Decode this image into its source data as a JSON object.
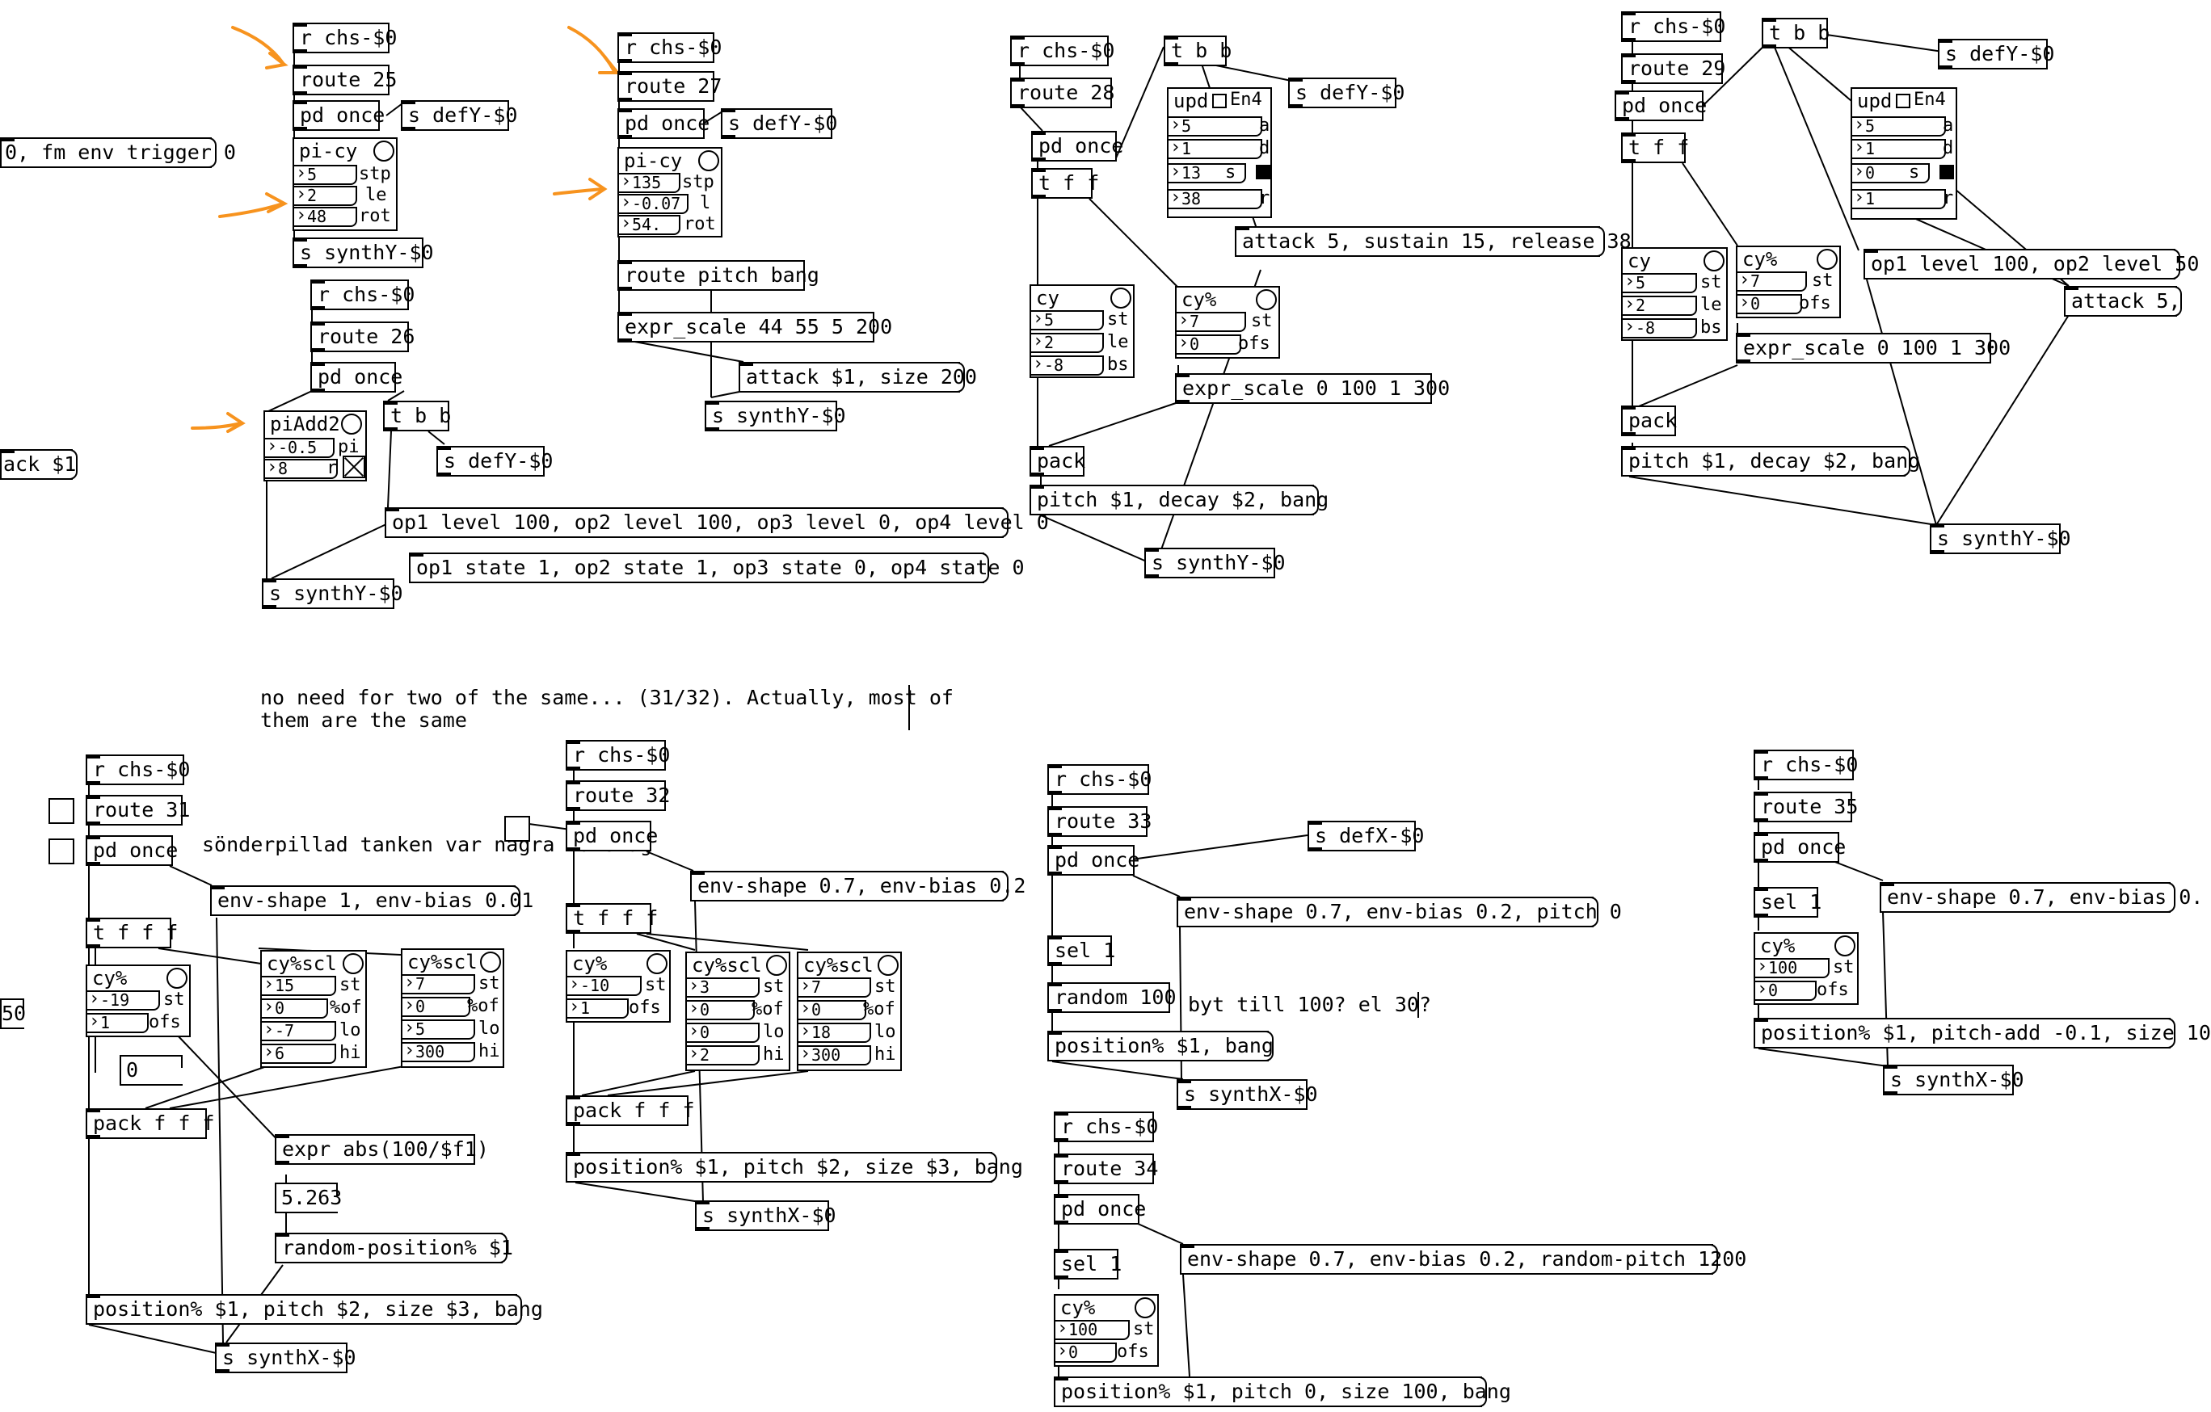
{
  "colors": {
    "wire": "#000000",
    "annotation_arrow": "#f7931e",
    "background": "#ffffff"
  },
  "objects": {
    "r_chs_1": "r chs-$0",
    "route_25": "route 25",
    "pd_once_1": "pd once",
    "s_defy_1": "s defY-$0",
    "s_synthy_1": "s synthY-$0",
    "fm_env_msg": "0, fm env trigger 0",
    "r_chs_2": "r chs-$0",
    "route_27": "route 27",
    "pd_once_2": "pd once",
    "s_defy_2": "s defY-$0",
    "route_pitch_bang": "route pitch bang",
    "expr_scale_1": "expr_scale 44 55 5 200",
    "attack_size_msg": "attack $1, size 200",
    "s_synthy_2": "s synthY-$0",
    "r_chs_3": "r chs-$0",
    "route_26": "route 26",
    "pd_once_3": "pd once",
    "t_b_b_1": "t b b",
    "s_defy_3": "s defY-$0",
    "pack_msg_left": "ack $1",
    "op_level_msg": "op1 level 100, op2 level 100, op3 level 0, op4 level 0",
    "op_state_msg": "op1 state 1, op2 state 1, op3 state 0, op4 state 0",
    "s_synthy_3": "s synthY-$0",
    "r_chs_4": "r chs-$0",
    "route_28": "route 28",
    "t_b_b_2": "t b b",
    "s_defy_4": "s defY-$0",
    "pd_once_4": "pd once",
    "t_f_f_1": "t f f",
    "attack_sustain_msg": "attack 5, sustain 15, release 38",
    "expr_scale_2": "expr_scale 0 100 1 300",
    "pack_1": "pack",
    "pitch_decay_msg_1": "pitch $1, decay $2, bang",
    "s_synthy_4": "s synthY-$0",
    "r_chs_5": "r chs-$0",
    "route_29": "route 29",
    "t_b_b_3": "t b b",
    "s_defy_5": "s defY-$0",
    "pd_once_5": "pd once",
    "t_f_f_2": "t f f",
    "op_level_msg_2": "op1 level 100, op2 level 50",
    "attack_msg_2": "attack 5,",
    "expr_scale_3": "expr_scale 0 100 1 300",
    "pack_2": "pack",
    "pitch_decay_msg_2": "pitch $1, decay $2, bang",
    "s_synthy_5": "s synthY-$0",
    "comment_1": "no need for two of the same... (31/32). Actually, most of\nthem are the same",
    "r_chs_6": "r chs-$0",
    "route_31": "route 31",
    "pd_once_6": "pd once",
    "comment_2": "sönderpillad tanken var några rätslag",
    "env_shape_msg_1": "env-shape 1, env-bias 0.01",
    "t_f_f_f_1": "t f f f",
    "num_0": "0",
    "pack_fff_1": "pack f f f",
    "expr_abs": "expr abs(100/$f1)",
    "num_5263": "5.263",
    "random_pos_msg": "random-position% $1",
    "position_msg_1": "position% $1, pitch $2, size $3, bang",
    "s_synthx_1": "s synthX-$0",
    "num_50_left": "50",
    "r_chs_7": "r chs-$0",
    "route_32": "route 32",
    "pd_once_7": "pd once",
    "env_shape_msg_2": "env-shape 0.7, env-bias 0.2",
    "t_f_f_f_2": "t f f f",
    "pack_fff_2": "pack f f f",
    "position_msg_2": "position% $1, pitch $2, size $3, bang",
    "s_synthx_2": "s synthX-$0",
    "r_chs_8": "r chs-$0",
    "route_33": "route 33",
    "pd_once_8": "pd once",
    "s_defx_1": "s defX-$0",
    "env_shape_msg_3": "env-shape 0.7, env-bias 0.2, pitch 0",
    "sel_1a": "sel 1",
    "random_100": "random 100",
    "comment_3": "byt till 100? el 30?",
    "position_msg_3": "position% $1, bang",
    "s_synthx_3": "s synthX-$0",
    "r_chs_9": "r chs-$0",
    "route_34": "route 34",
    "pd_once_9": "pd once",
    "sel_1b": "sel 1",
    "env_shape_msg_4": "env-shape 0.7, env-bias 0.2, random-pitch 1200",
    "position_msg_4": "position% $1, pitch 0, size 100, bang",
    "r_chs_10": "r chs-$0",
    "route_35": "route 35",
    "pd_once_10": "pd once",
    "sel_1c": "sel 1",
    "env_shape_msg_5": "env-shape 0.7, env-bias 0.",
    "position_msg_5": "position% $1, pitch-add -0.1, size 10",
    "s_synthx_4": "s synthX-$0"
  },
  "gops": {
    "picy_1": {
      "title": "pi-cy",
      "v1": "5",
      "l1": "stp",
      "v2": "2",
      "l2": "le",
      "v3": "48",
      "l3": "rot"
    },
    "picy_2": {
      "title": "pi-cy",
      "v1": "135",
      "l1": "stp",
      "v2": "-0.07",
      "l2": "l",
      "v3": "54.",
      "l3": "rot"
    },
    "piadd2": {
      "title": "piAdd2",
      "v1": "-0.5",
      "l1": "pi",
      "v2": "8",
      "l2": "r"
    },
    "upd_1": {
      "title": "upd",
      "sub": "En4",
      "v1": "5",
      "l1": "a",
      "v2": "1",
      "l2": "d",
      "v3": "13",
      "l3": "s",
      "v4": "38",
      "l4": "r"
    },
    "upd_2": {
      "title": "upd",
      "sub": "En4",
      "v1": "5",
      "l1": "a",
      "v2": "1",
      "l2": "d",
      "v3": "0",
      "l3": "s",
      "v4": "1",
      "l4": "r"
    },
    "cy_1": {
      "title": "cy",
      "v1": "5",
      "l1": "st",
      "v2": "2",
      "l2": "le",
      "v3": "-8",
      "l3": "bs"
    },
    "cyp_1": {
      "title": "cy%",
      "v1": "7",
      "l1": "st",
      "v2": "0",
      "l2": "ofs"
    },
    "cy_2": {
      "title": "cy",
      "v1": "5",
      "l1": "st",
      "v2": "2",
      "l2": "le",
      "v3": "-8",
      "l3": "bs"
    },
    "cyp_2": {
      "title": "cy%",
      "v1": "7",
      "l1": "st",
      "v2": "0",
      "l2": "ofs"
    },
    "cyp_3": {
      "title": "cy%",
      "v1": "-19",
      "l1": "st",
      "v2": "1",
      "l2": "ofs"
    },
    "cyscl_1": {
      "title": "cy%scl",
      "v1": "15",
      "l1": "st",
      "v2": "0",
      "l2": "%of",
      "v3": "-7",
      "l3": "lo",
      "v4": "6",
      "l4": "hi"
    },
    "cyscl_2": {
      "title": "cy%scl",
      "v1": "7",
      "l1": "st",
      "v2": "0",
      "l2": "%of",
      "v3": "5",
      "l3": "lo",
      "v4": "300",
      "l4": "hi"
    },
    "cyp_4": {
      "title": "cy%",
      "v1": "-10",
      "l1": "st",
      "v2": "1",
      "l2": "ofs"
    },
    "cyscl_3": {
      "title": "cy%scl",
      "v1": "3",
      "l1": "st",
      "v2": "0",
      "l2": "%of",
      "v3": "0",
      "l3": "lo",
      "v4": "2",
      "l4": "hi"
    },
    "cyscl_4": {
      "title": "cy%scl",
      "v1": "7",
      "l1": "st",
      "v2": "0",
      "l2": "%of",
      "v3": "18",
      "l3": "lo",
      "v4": "300",
      "l4": "hi"
    },
    "cyp_5": {
      "title": "cy%",
      "v1": "100",
      "l1": "st",
      "v2": "0",
      "l2": "ofs"
    },
    "cyp_6": {
      "title": "cy%",
      "v1": "100",
      "l1": "st",
      "v2": "0",
      "l2": "ofs"
    }
  }
}
